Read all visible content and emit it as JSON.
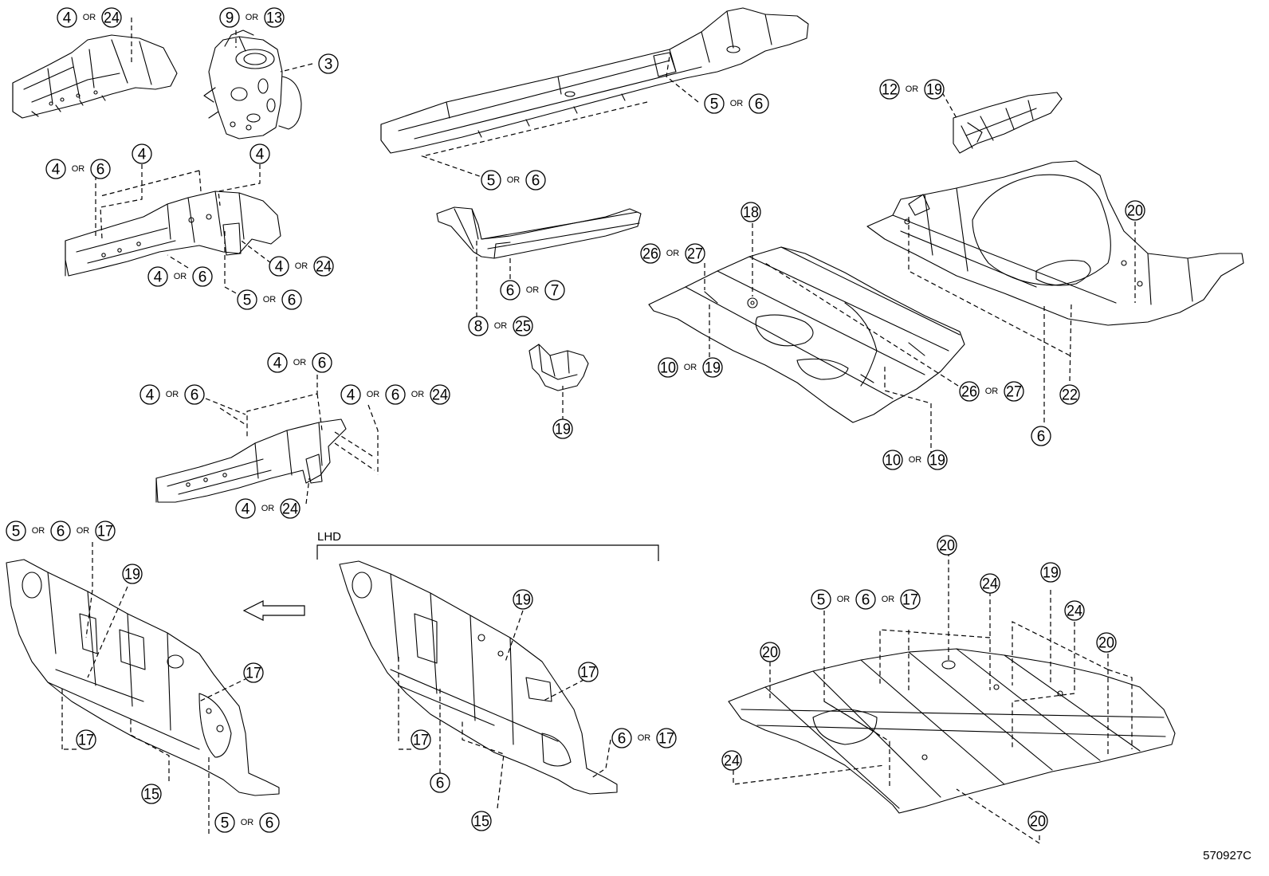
{
  "diagram_code": "570927C",
  "lhd_label": "LHD",
  "separator": "OR",
  "callouts": [
    {
      "id": "c01",
      "parts": [
        "4",
        "24"
      ]
    },
    {
      "id": "c02",
      "parts": [
        "9",
        "13"
      ]
    },
    {
      "id": "c03",
      "parts": [
        "3"
      ]
    },
    {
      "id": "c04",
      "parts": [
        "5",
        "6"
      ]
    },
    {
      "id": "c05",
      "parts": [
        "12",
        "19"
      ]
    },
    {
      "id": "c06",
      "parts": [
        "4",
        "6"
      ]
    },
    {
      "id": "c07",
      "parts": [
        "4"
      ]
    },
    {
      "id": "c08",
      "parts": [
        "4"
      ]
    },
    {
      "id": "c09",
      "parts": [
        "5",
        "6"
      ]
    },
    {
      "id": "c10",
      "parts": [
        "4",
        "24"
      ]
    },
    {
      "id": "c11",
      "parts": [
        "4",
        "6"
      ]
    },
    {
      "id": "c12",
      "parts": [
        "5",
        "6"
      ]
    },
    {
      "id": "c13",
      "parts": [
        "6",
        "7"
      ]
    },
    {
      "id": "c14",
      "parts": [
        "8",
        "25"
      ]
    },
    {
      "id": "c15",
      "parts": [
        "18"
      ]
    },
    {
      "id": "c16",
      "parts": [
        "26",
        "27"
      ]
    },
    {
      "id": "c17",
      "parts": [
        "20"
      ]
    },
    {
      "id": "c18",
      "parts": [
        "10",
        "19"
      ]
    },
    {
      "id": "c19",
      "parts": [
        "26",
        "27"
      ]
    },
    {
      "id": "c20",
      "parts": [
        "22"
      ]
    },
    {
      "id": "c21",
      "parts": [
        "19"
      ]
    },
    {
      "id": "c22",
      "parts": [
        "4",
        "6"
      ]
    },
    {
      "id": "c23",
      "parts": [
        "4",
        "6"
      ]
    },
    {
      "id": "c24",
      "parts": [
        "4",
        "6",
        "24"
      ]
    },
    {
      "id": "c25",
      "parts": [
        "6"
      ]
    },
    {
      "id": "c26",
      "parts": [
        "10",
        "19"
      ]
    },
    {
      "id": "c27",
      "parts": [
        "4",
        "24"
      ]
    },
    {
      "id": "c28",
      "parts": [
        "5",
        "6",
        "17"
      ]
    },
    {
      "id": "c29",
      "parts": [
        "19"
      ]
    },
    {
      "id": "c30",
      "parts": [
        "19"
      ]
    },
    {
      "id": "c31",
      "parts": [
        "17"
      ]
    },
    {
      "id": "c32",
      "parts": [
        "17"
      ]
    },
    {
      "id": "c33",
      "parts": [
        "17"
      ]
    },
    {
      "id": "c34",
      "parts": [
        "15"
      ]
    },
    {
      "id": "c35",
      "parts": [
        "5",
        "6"
      ]
    },
    {
      "id": "c36",
      "parts": [
        "17"
      ]
    },
    {
      "id": "c37",
      "parts": [
        "6",
        "17"
      ]
    },
    {
      "id": "c38",
      "parts": [
        "6"
      ]
    },
    {
      "id": "c39",
      "parts": [
        "15"
      ]
    },
    {
      "id": "c40",
      "parts": [
        "20"
      ]
    },
    {
      "id": "c41",
      "parts": [
        "24"
      ]
    },
    {
      "id": "c42",
      "parts": [
        "19"
      ]
    },
    {
      "id": "c43",
      "parts": [
        "5",
        "6",
        "17"
      ]
    },
    {
      "id": "c44",
      "parts": [
        "24"
      ]
    },
    {
      "id": "c45",
      "parts": [
        "20"
      ]
    },
    {
      "id": "c46",
      "parts": [
        "20"
      ]
    },
    {
      "id": "c47",
      "parts": [
        "24"
      ]
    },
    {
      "id": "c48",
      "parts": [
        "20"
      ]
    }
  ]
}
